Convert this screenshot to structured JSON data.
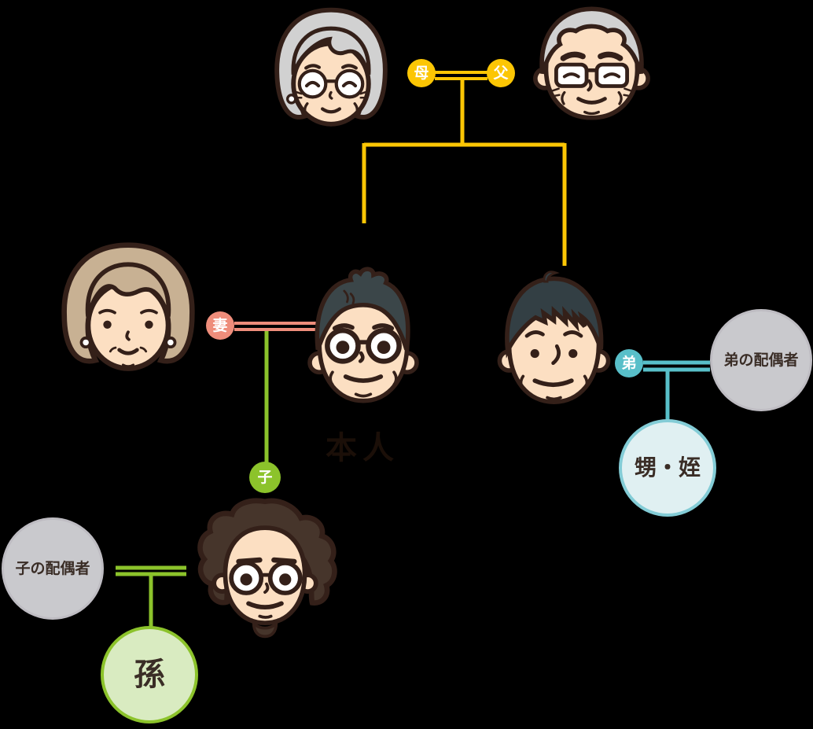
{
  "palette": {
    "background": "#000000",
    "yellow": "#fcc604",
    "salmon": "#ee8d7b",
    "teal": "#58bfc9",
    "green": "#8cc32b",
    "grey-fill": "#c9c9cd",
    "grey-border": "#bebcc2",
    "lightblue-fill": "#e0f0f2",
    "lightblue-border": "#83ccd6",
    "lightgreen-fill": "#d9ebc1",
    "lightgreen-border": "#8cc32b",
    "badge-text": "#ffffff",
    "circle-text": "#3a2d26",
    "self-text": "#1b0f08",
    "skin": "#fcdfc2",
    "outline": "#342019",
    "hair-grey": "#d1d1d1",
    "hair-tan": "#c8b193",
    "hair-dark": "#3b4649",
    "hair-darker": "#333f44",
    "hair-brown": "#46352b"
  },
  "badges": {
    "mother": {
      "label": "母"
    },
    "father": {
      "label": "父"
    },
    "wife": {
      "label": "妻"
    },
    "brother": {
      "label": "弟"
    },
    "child": {
      "label": "子"
    }
  },
  "nodes": {
    "self": {
      "label": "本人"
    },
    "brother_spouse": {
      "label": "弟の配偶者"
    },
    "nephew_niece": {
      "label": "甥・姪"
    },
    "child_spouse": {
      "label": "子の配偶者"
    },
    "grandchild": {
      "label": "孫"
    }
  },
  "figures": {
    "grandmother": "grandmother-face",
    "grandfather": "grandfather-face",
    "wife": "wife-face",
    "self": "self-face",
    "brother": "brother-face",
    "child": "child-face"
  }
}
